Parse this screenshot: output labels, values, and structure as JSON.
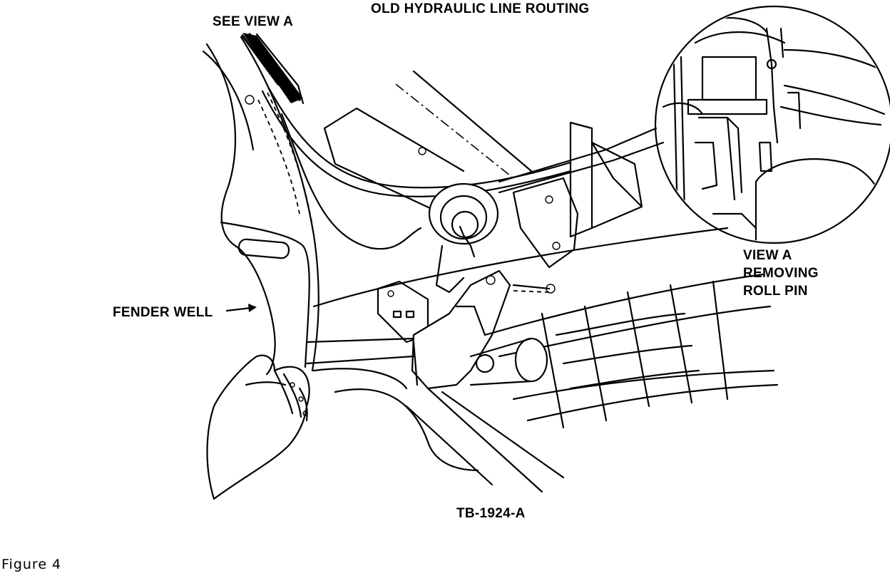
{
  "figure": {
    "title": "OLD HYDRAULIC LINE ROUTING",
    "callout_see_view": "SEE VIEW A",
    "callout_fender": "FENDER WELL",
    "view_a_lines": [
      "VIEW A",
      "REMOVING",
      "ROLL PIN"
    ],
    "part_number": "TB-1924-A",
    "caption": "Figure 4"
  }
}
